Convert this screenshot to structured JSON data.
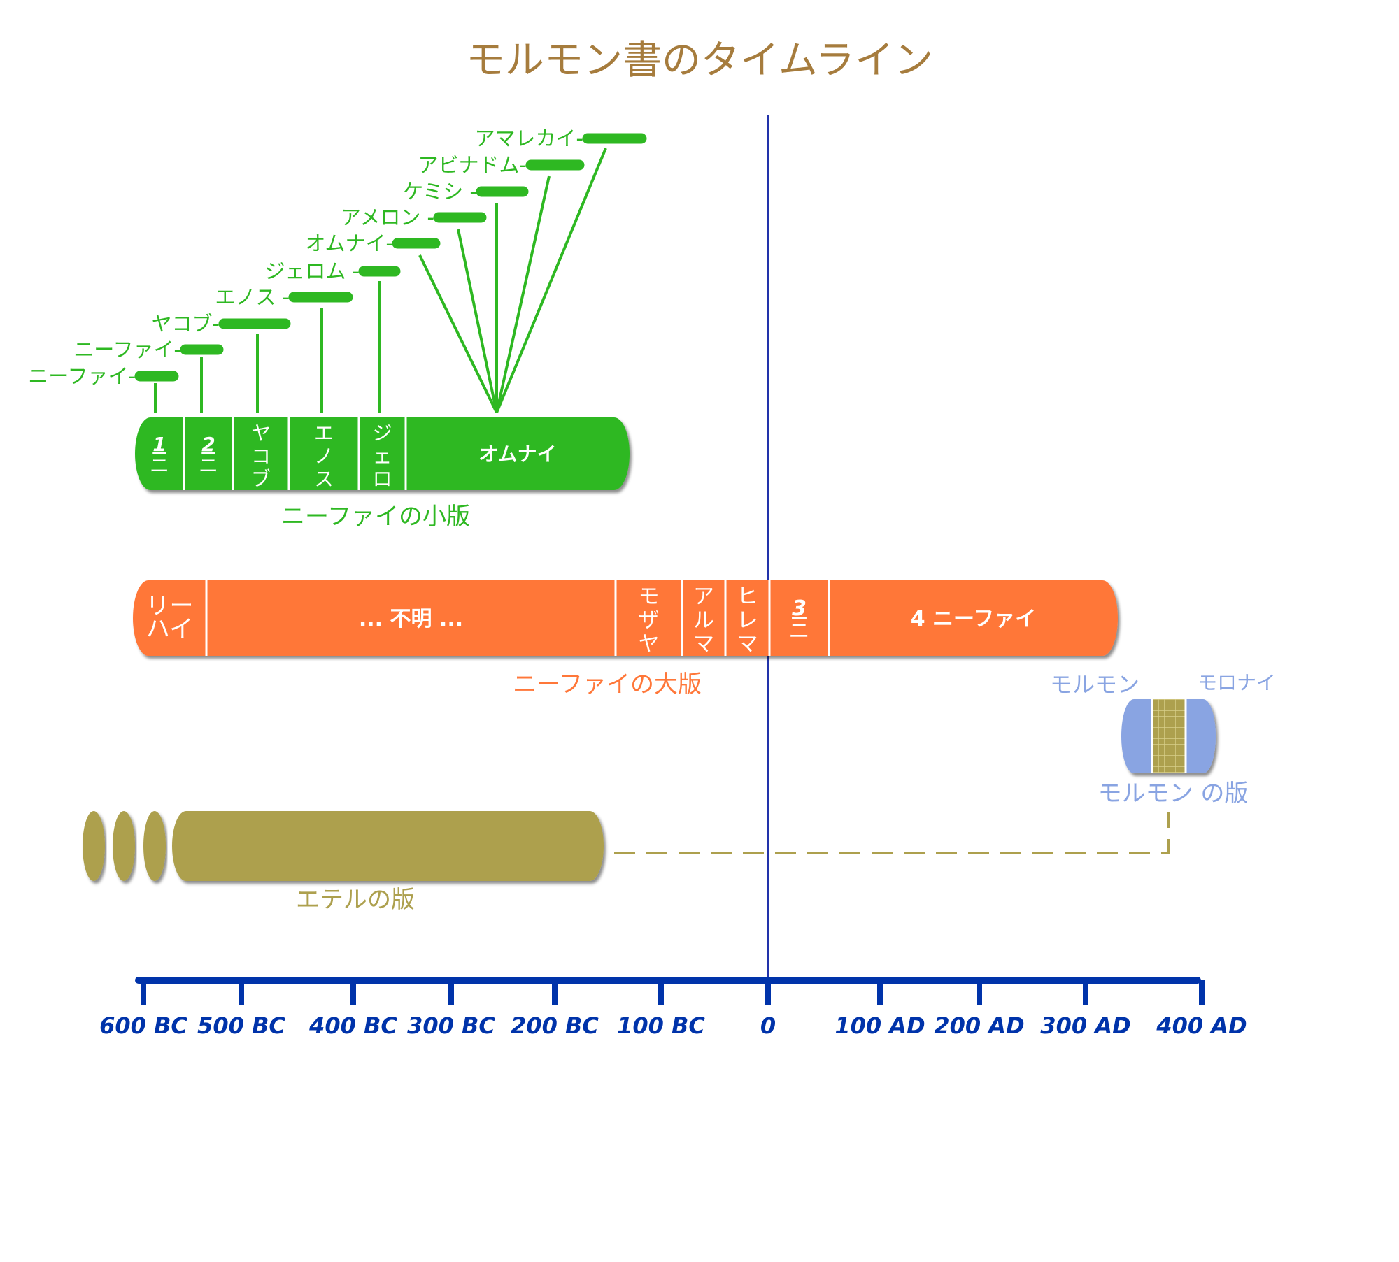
{
  "title": "モルモン書のタイムライン",
  "colors": {
    "title": "#a67c3d",
    "small": "#2eb822",
    "large": "#ff7739",
    "mormon": "#89a4e2",
    "ether": "#ada04e",
    "axis": "#0033aa",
    "zero_line": "#2233aa"
  },
  "small_plates": {
    "caption": "ニーファイの小版",
    "segments": [
      {
        "kind": "numbered",
        "num": "1",
        "text": "ニ"
      },
      {
        "kind": "numbered",
        "num": "2",
        "text": "ニ"
      },
      {
        "kind": "vertical",
        "text": "ヤコブ"
      },
      {
        "kind": "vertical",
        "text": "エノス"
      },
      {
        "kind": "vertical",
        "text": "ジェロ"
      },
      {
        "kind": "horizontal",
        "text": "オムナイ"
      }
    ],
    "authors": [
      {
        "label": "ニーファイ-"
      },
      {
        "label": "ニーファイ-"
      },
      {
        "label": "ヤコブ-"
      },
      {
        "label": "エノス -"
      },
      {
        "label": "ジェロム -"
      },
      {
        "label": "オムナイ-"
      },
      {
        "label": "アメロン -"
      },
      {
        "label": "ケミシ -"
      },
      {
        "label": "アビナドム-"
      },
      {
        "label": "アマレカイ-"
      }
    ]
  },
  "large_plates": {
    "caption": "ニーファイの大版",
    "segments": [
      {
        "kind": "multiline",
        "lines": [
          "リー",
          "ハイ"
        ]
      },
      {
        "kind": "horizontal",
        "text": "... 不明 ..."
      },
      {
        "kind": "vertical",
        "text": "モザヤ"
      },
      {
        "kind": "vertical",
        "text": "アルマ"
      },
      {
        "kind": "vertical",
        "text": "ヒレマ"
      },
      {
        "kind": "numbered",
        "num": "3",
        "text": "ニ"
      },
      {
        "kind": "horizontal",
        "text": "4 ニーファイ"
      }
    ]
  },
  "mormon_plates": {
    "caption": "モルモン の版",
    "author_left": "モルモン",
    "author_right": "モロナイ"
  },
  "ether_plates": {
    "caption": "エテルの版"
  },
  "axis": {
    "ticks": [
      "600 BC",
      "500 BC",
      "400 BC",
      "300 BC",
      "200 BC",
      "100 BC",
      "0",
      "100 AD",
      "200 AD",
      "300 AD",
      "400 AD"
    ]
  }
}
